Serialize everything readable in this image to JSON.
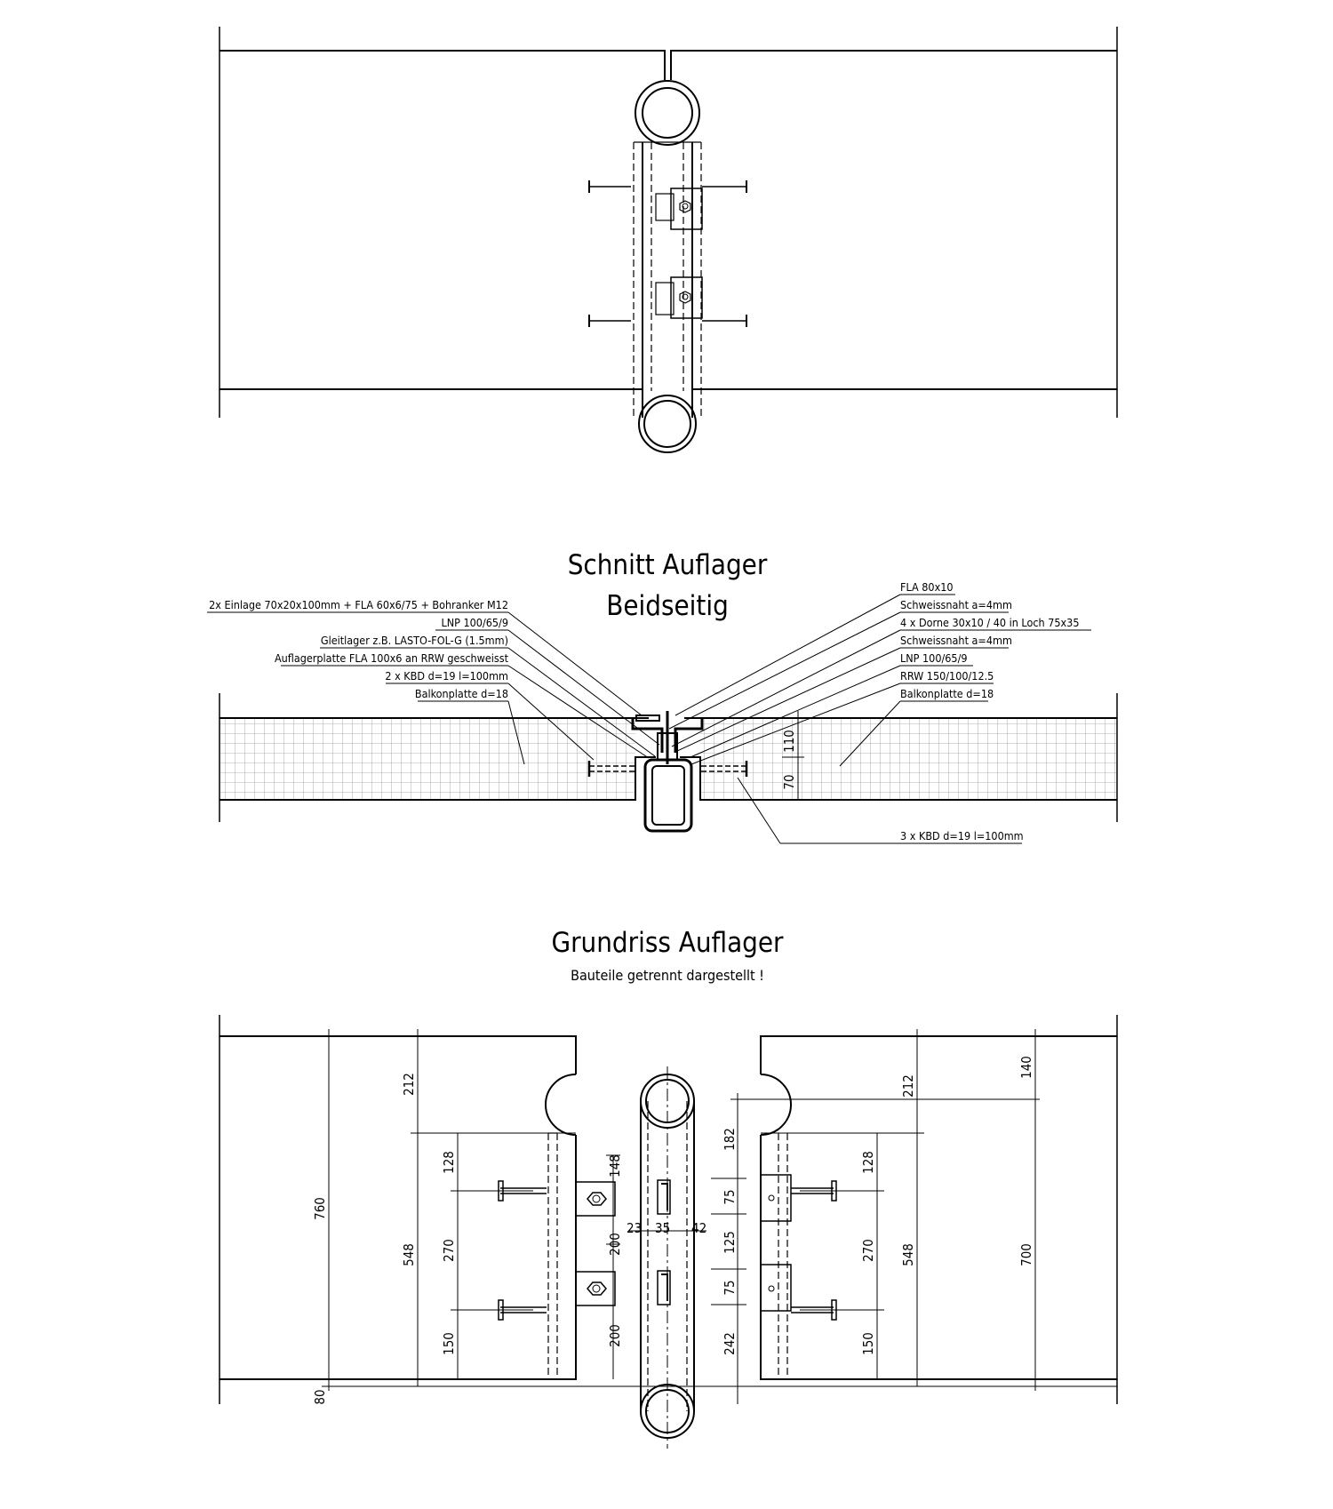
{
  "section": {
    "title_line1": "Schnitt Auflager",
    "title_line2": "Beidseitig",
    "labels_left": [
      "2x Einlage 70x20x100mm + FLA 60x6/75 + Bohranker M12",
      "LNP 100/65/9",
      "Gleitlager z.B. LASTO-FOL-G (1.5mm)",
      "Auflagerplatte FLA 100x6 an RRW geschweisst",
      "2 x KBD d=19 l=100mm",
      "Balkonplatte d=18"
    ],
    "labels_right": [
      "FLA 80x10",
      "Schweissnaht a=4mm",
      "4 x Dorne 30x10 / 40 in Loch 75x35",
      "Schweissnaht a=4mm",
      "LNP 100/65/9",
      "RRW 150/100/12.5",
      "Balkonplatte d=18"
    ],
    "label_bottom": "3 x KBD d=19 l=100mm",
    "dims": [
      "110",
      "70"
    ]
  },
  "plan": {
    "title": "Grundriss Auflager",
    "subtitle": "Bauteile getrennt dargestellt !",
    "dims": {
      "d212_left": "212",
      "d760": "760",
      "d548_left": "548",
      "d80": "80",
      "d128_left": "128",
      "d270_left": "270",
      "d150_left": "150",
      "d148": "148",
      "d200_a": "200",
      "d200_b": "200",
      "d23": "23",
      "d35": "35",
      "d42": "42",
      "d182": "182",
      "d75_a": "75",
      "d125": "125",
      "d75_b": "75",
      "d242": "242",
      "d212_right": "212",
      "d128_right": "128",
      "d270_right": "270",
      "d150_right": "150",
      "d548_right": "548",
      "d140": "140",
      "d700": "700"
    }
  }
}
